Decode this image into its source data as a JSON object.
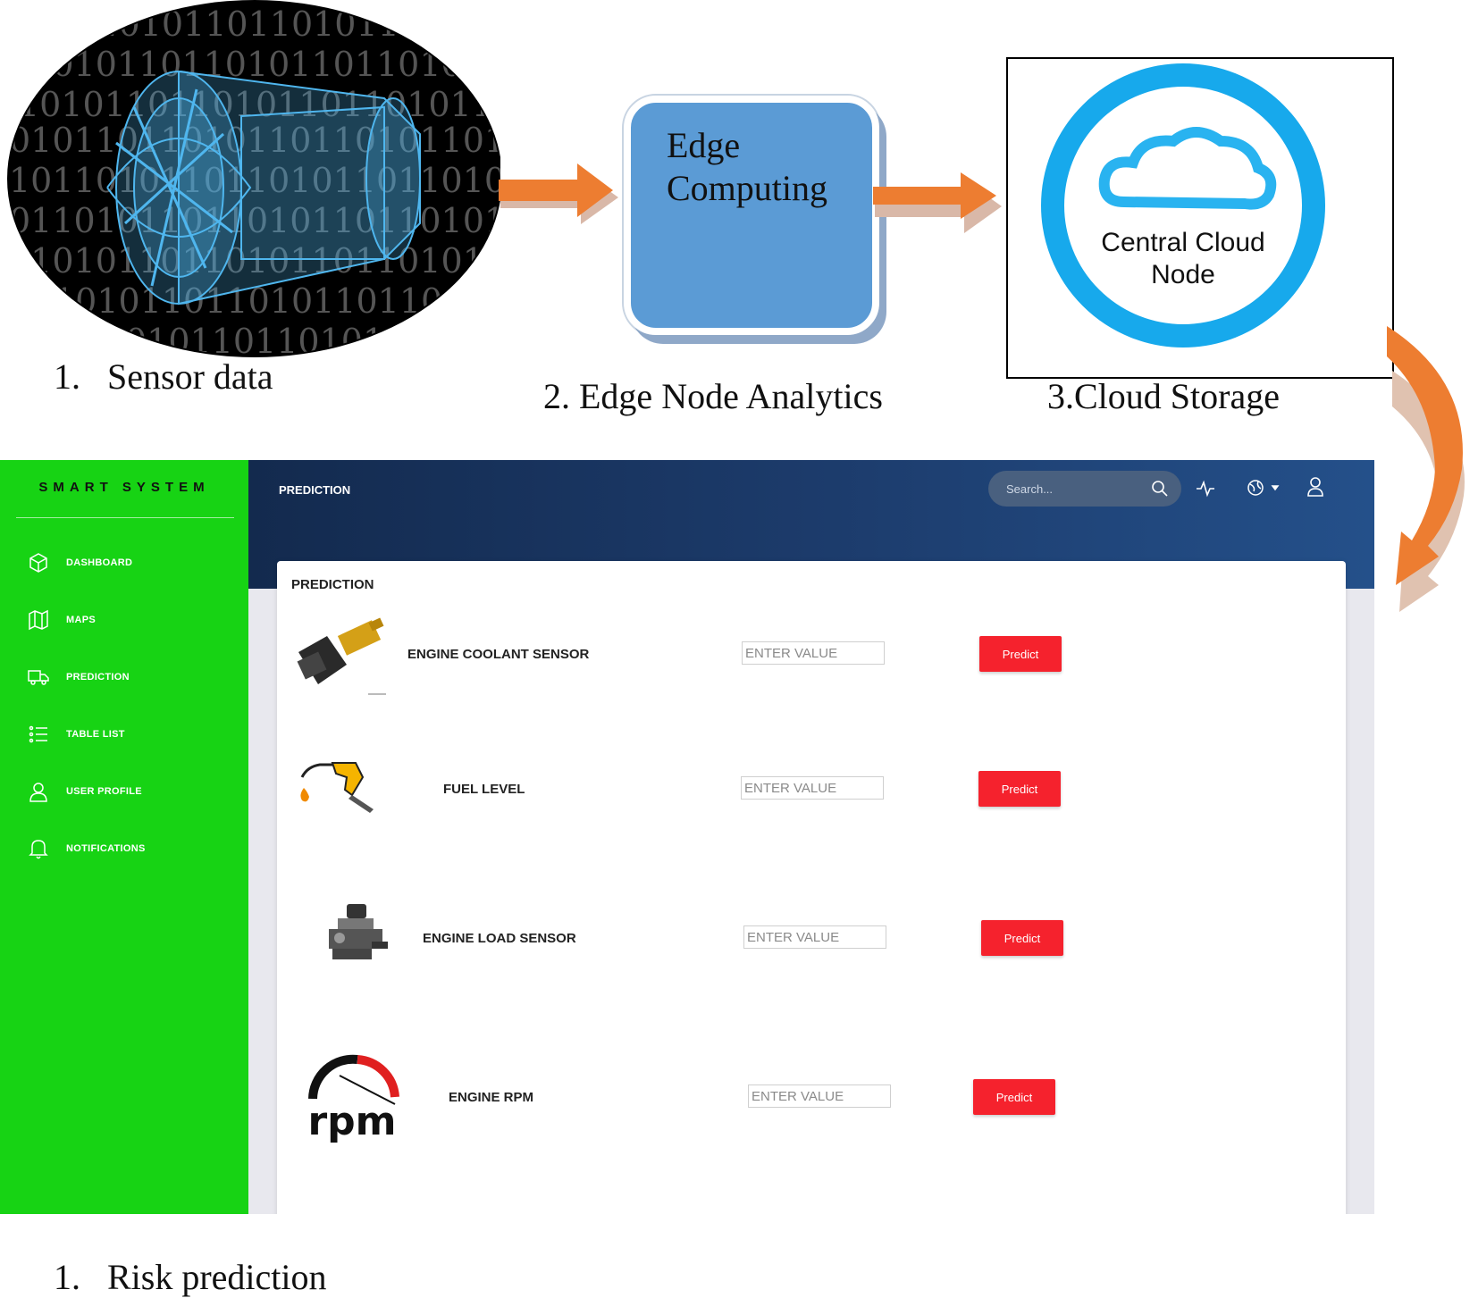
{
  "pipeline": {
    "step1": {
      "num": "1.",
      "label": "Sensor data",
      "binary_text": "101101011011010110110101101101011011010110110101101101011011"
    },
    "step2": {
      "box_line1": "Edge",
      "box_line2": "Computing",
      "caption": "2. Edge Node Analytics"
    },
    "step3": {
      "node_line1": "Central Cloud",
      "node_line2": "Node",
      "caption": "3.Cloud Storage"
    },
    "step4": {
      "num": "1.",
      "label": "Risk prediction"
    },
    "colors": {
      "arrow": "#ed7d31",
      "edge_box": "#5b9bd5",
      "cloud_ring": "#17a9ec"
    }
  },
  "dashboard": {
    "brand": "SMART SYSTEM",
    "nav": [
      {
        "label": "DASHBOARD",
        "icon": "cube-icon"
      },
      {
        "label": "MAPS",
        "icon": "map-icon"
      },
      {
        "label": "PREDICTION",
        "icon": "truck-icon"
      },
      {
        "label": "TABLE LIST",
        "icon": "list-icon"
      },
      {
        "label": "USER PROFILE",
        "icon": "user-icon"
      },
      {
        "label": "NOTIFICATIONS",
        "icon": "bell-icon"
      }
    ],
    "topbar_title": "PREDICTION",
    "search_placeholder": "Search...",
    "card_title": "PREDICTION",
    "rows": [
      {
        "label": "ENGINE COOLANT SENSOR",
        "placeholder": "ENTER VALUE",
        "button": "Predict",
        "icon": "coolant-sensor-icon"
      },
      {
        "label": "FUEL LEVEL",
        "placeholder": "ENTER VALUE",
        "button": "Predict",
        "icon": "fuel-nozzle-icon"
      },
      {
        "label": "ENGINE LOAD SENSOR",
        "placeholder": "ENTER VALUE",
        "button": "Predict",
        "icon": "load-sensor-icon"
      },
      {
        "label": "ENGINE RPM",
        "placeholder": "ENTER VALUE",
        "button": "Predict",
        "icon": "rpm-gauge-icon"
      }
    ],
    "rpm_logo_text": "rpm",
    "colors": {
      "sidebar": "#17d314",
      "predict_button": "#f5222d",
      "topbar": "#1c3b6b"
    }
  }
}
